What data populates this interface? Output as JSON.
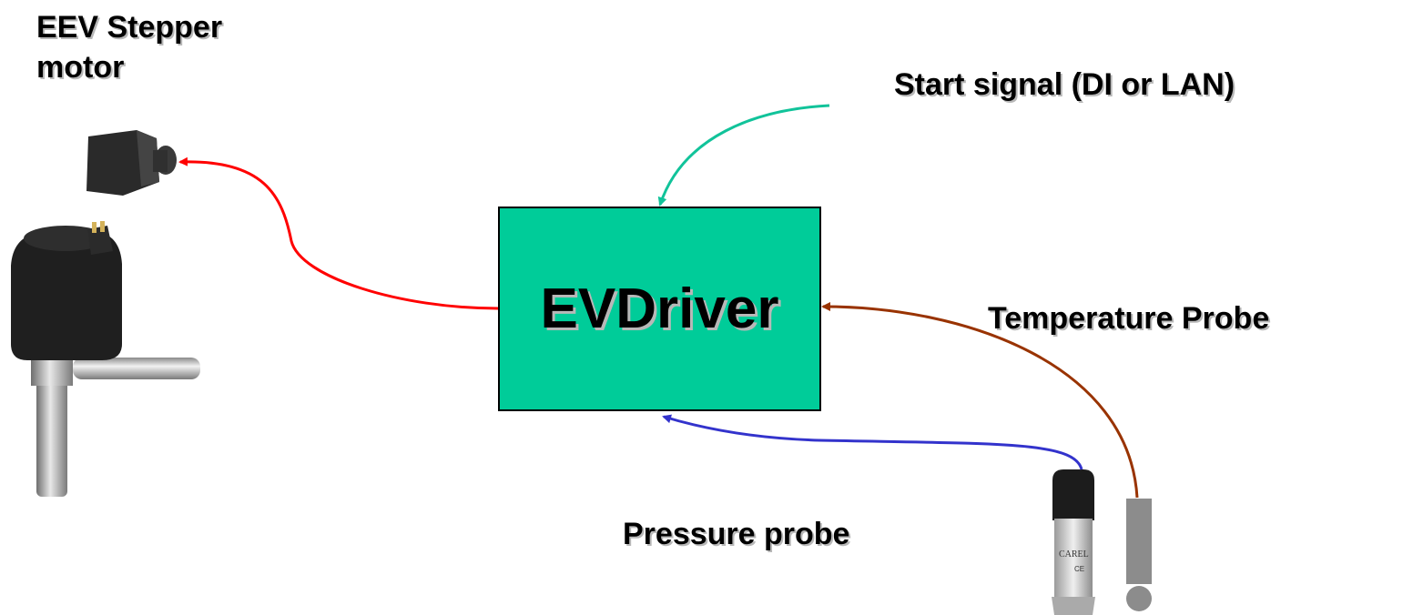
{
  "labels": {
    "eev_line1": "EEV Stepper",
    "eev_line2": "motor",
    "start_signal": "Start signal (DI or LAN)",
    "temperature_probe": "Temperature Probe",
    "pressure_probe": "Pressure probe",
    "driver": "EVDriver"
  },
  "device_markings": {
    "sensor_brand": "CAREL",
    "sensor_ce": "CE"
  },
  "colors": {
    "driver_fill": "#00cc99",
    "motor_arrow": "#ff0000",
    "start_arrow": "#11c39a",
    "temperature_arrow": "#993300",
    "pressure_arrow": "#3333cc"
  }
}
